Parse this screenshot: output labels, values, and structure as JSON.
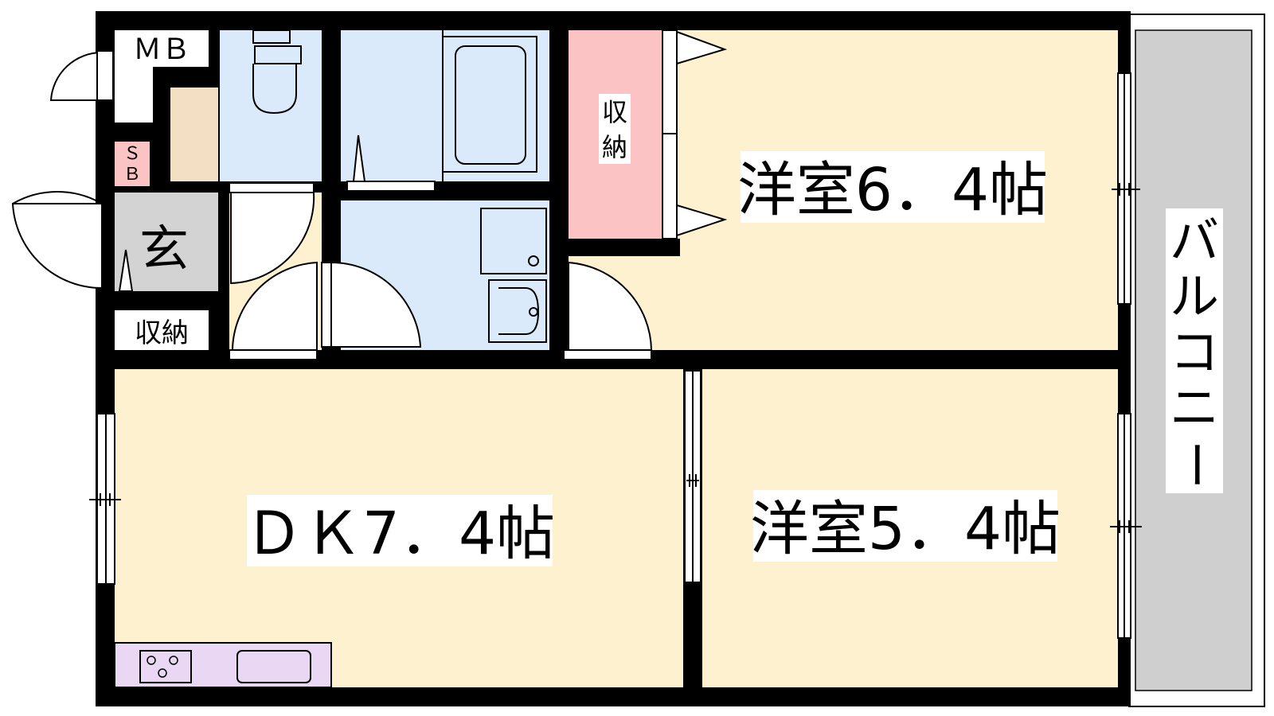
{
  "labels": {
    "mb": "ＭＢ",
    "sb_top": "Ｓ",
    "sb_bottom": "Ｂ",
    "entrance": "玄",
    "storage_entrance": "収納",
    "storage_closet_top": "収",
    "storage_closet_bottom": "納",
    "room_western_1": "洋室6．4帖",
    "room_western_2": "洋室5．4帖",
    "room_dk": "ＤＫ7．4帖",
    "balcony": [
      "バ",
      "ル",
      "コ",
      "ニ",
      "ー"
    ]
  },
  "colors": {
    "wall": "#000000",
    "floor": "#fdf1d0",
    "wet_area": "#dbeafb",
    "storage": "#fbc3c3",
    "entrance_floor": "#d3d3d3",
    "shoe_cabinet": "#f2dfc4",
    "kitchen": "#ead7f3",
    "balcony": "#cfcfcf"
  }
}
